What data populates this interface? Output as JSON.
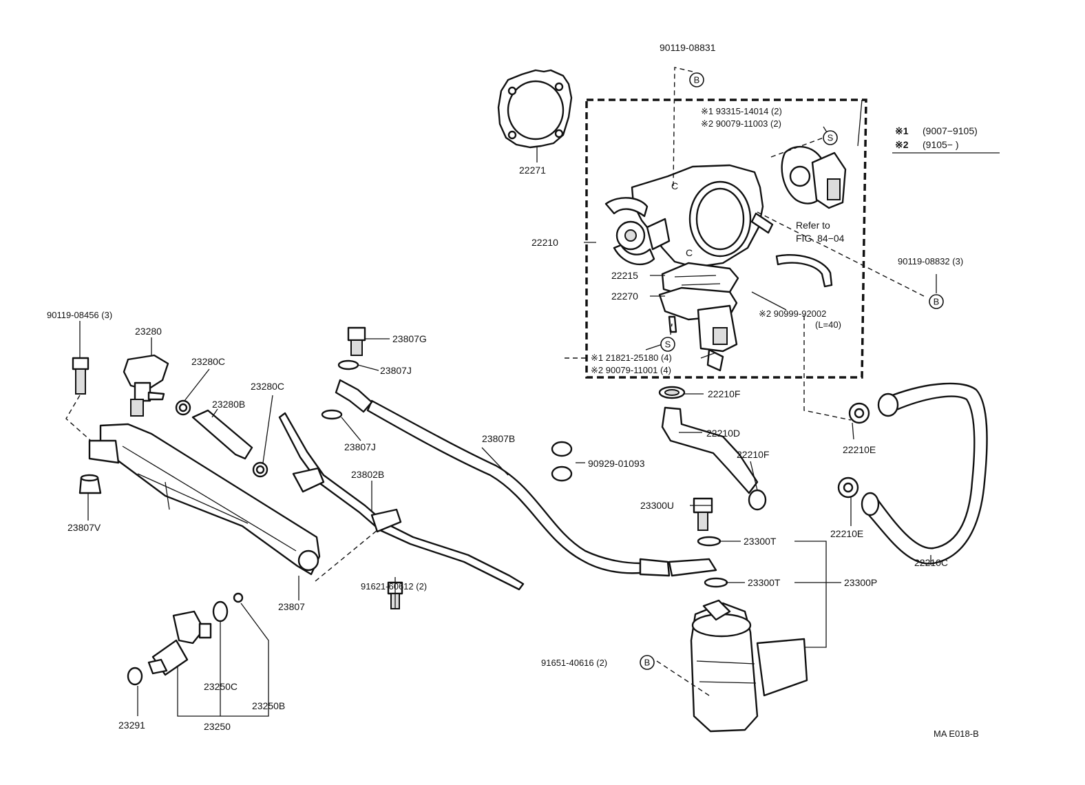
{
  "figure_code": "MA E018-B",
  "legend": {
    "items": [
      {
        "mark": "※1",
        "range": "(9007−9105)"
      },
      {
        "mark": "※2",
        "range": "(9105−       )"
      }
    ]
  },
  "refer_note": {
    "line1": "Refer to",
    "line2": "FIG. 84−04"
  },
  "circle_markers": {
    "b": "B",
    "s": "S"
  },
  "parts": {
    "p90119_08831": "90119-08831",
    "p22271": "22271",
    "p93315": "※1 93315-14014 (2)",
    "p90079_11003": "※2 90079-11003 (2)",
    "p22210": "22210",
    "p90119_08832": "90119-08832 (3)",
    "p22215": "22215",
    "p22270": "22270",
    "p90999": "※2 90999-92002",
    "p90999_len": "(L=40)",
    "p21821": "※1  21821-25180 (4)",
    "p90079_11001": "※2  90079-11001 (4)",
    "p90119_08456": "90119-08456 (3)",
    "p23280": "23280",
    "p23280C_a": "23280C",
    "p23280B": "23280B",
    "p23280C_b": "23280C",
    "p23807G": "23807G",
    "p23807J_a": "23807J",
    "p23807J_b": "23807J",
    "p23807B": "23807B",
    "p22210F_a": "22210F",
    "p22210D": "22210D",
    "p22210F_b": "22210F",
    "p22210E_a": "22210E",
    "p22210E_b": "22210E",
    "p22210C": "22210C",
    "p90929": "90929-01093",
    "p23802B": "23802B",
    "p23807V": "23807V",
    "p23300U": "23300U",
    "p23300T_a": "23300T",
    "p23300T_b": "23300T",
    "p23300P": "23300P",
    "p91621": "91621-60612 (2)",
    "p23807": "23807",
    "p91651": "91651-40616 (2)",
    "p23250C": "23250C",
    "p23250B": "23250B",
    "p23291": "23291",
    "p23250": "23250"
  }
}
